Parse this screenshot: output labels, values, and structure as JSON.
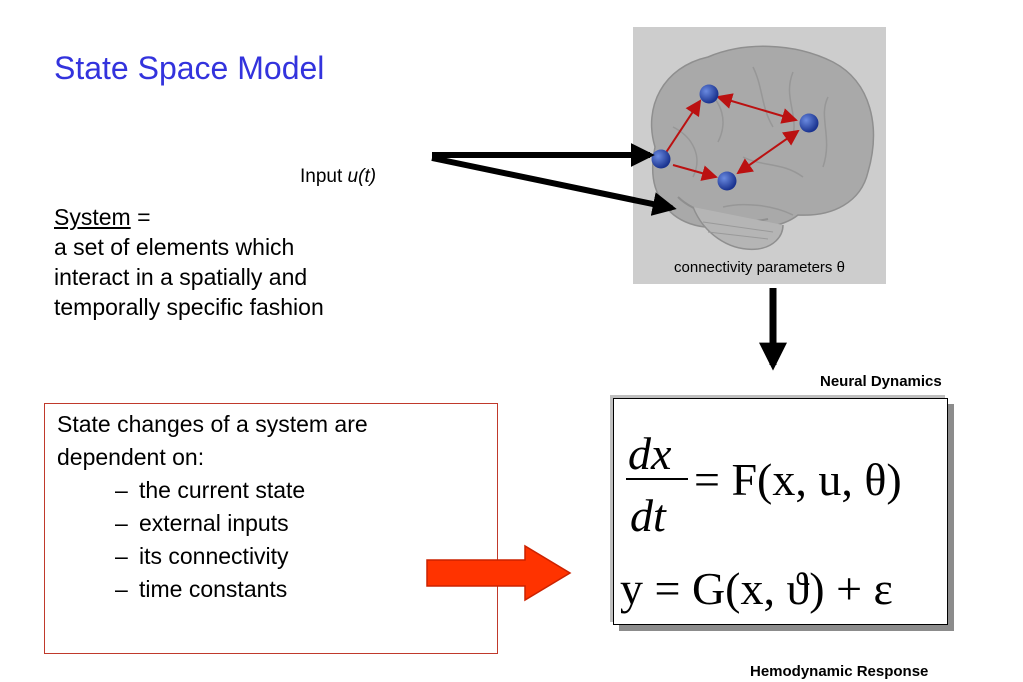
{
  "title": "State Space Model",
  "input": {
    "prefix": "Input ",
    "symbol": "u(t)"
  },
  "system": {
    "heading": "System",
    "suffix": " =",
    "lines": [
      "a set of elements which",
      "interact in a spatially and",
      "temporally specific fashion"
    ]
  },
  "brain": {
    "caption": "connectivity parameters θ"
  },
  "state_box": {
    "intro_line1": "State changes of a system are",
    "intro_line2": "dependent on:",
    "bullets": [
      "the current state",
      "external inputs",
      "its connectivity",
      "time constants"
    ]
  },
  "equation": {
    "top_num": "dx",
    "top_den": "dt",
    "top_rhs": "= F(x, u, θ)",
    "bottom": "y = G(x, ϑ) + ε"
  },
  "labels": {
    "neural": "Neural Dynamics",
    "hemodynamic": "Hemodynamic Response"
  },
  "colors": {
    "title": "#3333dd",
    "red_box": "#c0392b",
    "red_arrow": "#ff3300",
    "node": "#2244aa",
    "edge": "#bb1111"
  }
}
